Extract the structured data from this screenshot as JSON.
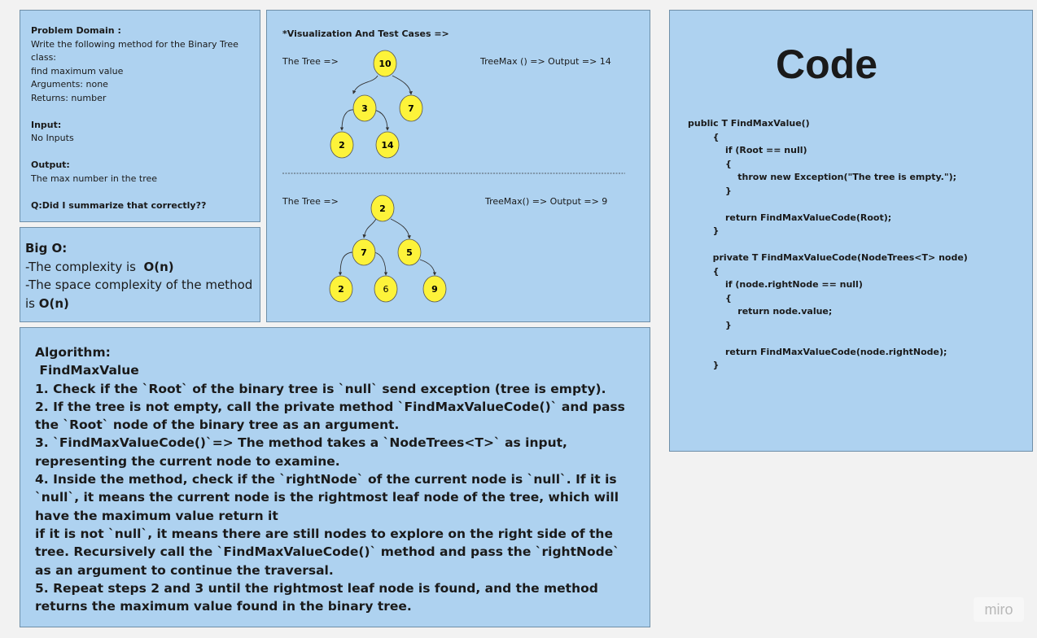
{
  "problem": {
    "domain_label": "Problem Domain :",
    "description_lines": [
      "Write the following method for the Binary Tree",
      "class:",
      "find maximum value",
      "Arguments: none",
      "Returns: number"
    ],
    "input_label": "Input:",
    "input_value": "No Inputs",
    "output_label": "Output:",
    "output_value": "The max number in the tree",
    "question": "Q:Did I summarize that correctly??"
  },
  "big_o": {
    "title": "Big O:",
    "time_prefix": "-The complexity is  ",
    "time_value": "O(n)",
    "space_prefix": "-The space complexity of the method is ",
    "space_value": "O(n)"
  },
  "visualization": {
    "heading": "*Visualization And Test Cases =>",
    "tree1": {
      "label": "The Tree =>",
      "result": "TreeMax ()  =>  Output => 14",
      "nodes": [
        "10",
        "3",
        "7",
        "2",
        "14"
      ]
    },
    "tree2": {
      "label": "The Tree =>",
      "result": "TreeMax() => Output => 9",
      "nodes": [
        "2",
        "7",
        "5",
        "2",
        "6",
        "9"
      ]
    },
    "node_color": "#fdf33a"
  },
  "algorithm": {
    "lines": [
      "Algorithm:",
      " FindMaxValue",
      "1. Check if the `Root` of the binary tree is `null` send exception (tree is empty).",
      "2. If the tree is not empty, call the private method `FindMaxValueCode()` and pass the `Root` node of the binary tree as an argument.",
      "3. `FindMaxValueCode()`=> The method takes a `NodeTrees<T>` as input, representing the current node to examine.",
      "4. Inside the method, check if the `rightNode` of the current node is `null`. If it is `null`, it means the current node is the rightmost leaf node of the tree, which will have the maximum value return it",
      "if it is not `null`, it means there are still nodes to explore on the right side of the tree. Recursively call the `FindMaxValueCode()` method and pass the `rightNode` as an argument to continue the traversal.",
      "5. Repeat steps 2 and 3 until the rightmost leaf node is found, and the method returns the maximum value found in the binary tree."
    ]
  },
  "code": {
    "title": "Code",
    "lines": [
      "public T FindMaxValue()",
      "        {",
      "            if (Root == null)",
      "            {",
      "                throw new Exception(\"The tree is empty.\");",
      "            }",
      "",
      "            return FindMaxValueCode(Root);",
      "        }",
      "",
      "        private T FindMaxValueCode(NodeTrees<T> node)",
      "        {",
      "            if (node.rightNode == null)",
      "            {",
      "                return node.value;",
      "            }",
      "",
      "            return FindMaxValueCode(node.rightNode);",
      "        }"
    ]
  },
  "watermark": "miro"
}
